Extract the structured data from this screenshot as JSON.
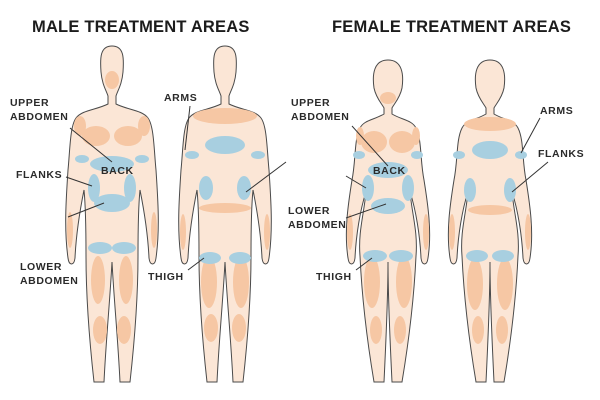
{
  "titles": {
    "male": "MALE TREATMENT AREAS",
    "female": "FEMALE TREATMENT AREAS"
  },
  "male_labels": {
    "upper_abdomen_l1": "UPPER",
    "upper_abdomen_l2": "ABDOMEN",
    "flanks": "FLANKS",
    "lower_abdomen_l1": "LOWER",
    "lower_abdomen_l2": "ABDOMEN",
    "back": "BACK",
    "arms": "ARMS",
    "thigh": "THIGH"
  },
  "female_labels": {
    "upper_abdomen_l1": "UPPER",
    "upper_abdomen_l2": "ABDOMEN",
    "back": "BACK",
    "lower_abdomen_l1": "LOWER",
    "lower_abdomen_l2": "ABDOMEN",
    "thigh": "THIGH",
    "arms": "ARMS",
    "flanks": "FLANKS"
  },
  "colors": {
    "skin": "#fbe6d6",
    "outline": "#4a4a4a",
    "body_zone": "#f6c7a4",
    "treatment_zone": "#a8cfe0",
    "leader_line": "#333333"
  }
}
